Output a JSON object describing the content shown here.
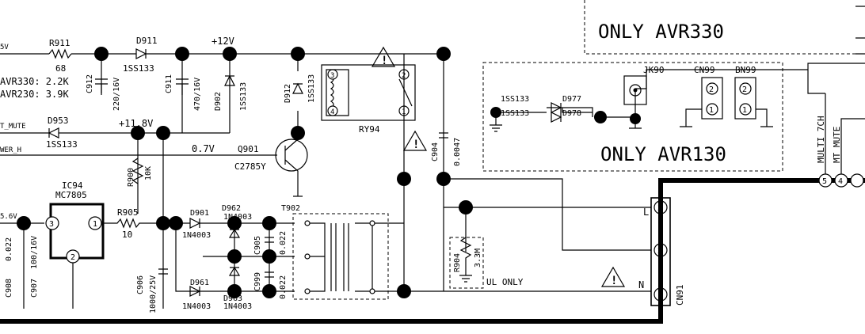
{
  "title": "",
  "notes": {
    "only_avr330": "ONLY AVR330",
    "only_avr130": "ONLY AVR130",
    "ul_only": "UL ONLY"
  },
  "nets": {
    "v5_left": "5V",
    "v12": "+12V",
    "v11_8": "+11.8V",
    "v0_7": "0.7V",
    "mt_mute": "T_MUTE",
    "power_h": "WER_H",
    "v5_bottom": "5.6V",
    "multi_7ch": "MULTI 7CH",
    "mt_mute_right": "MT_MUTE",
    "L": "L",
    "N": "N"
  },
  "components": {
    "r911": "R911",
    "r911_val": "68",
    "d911": "D911",
    "d911_val": "1SS133",
    "c912": "C912",
    "c912_val": "220/16V",
    "c911": "C911",
    "c911_val": "470/16V",
    "d902": "D902",
    "d902_val": "1SS133",
    "d912": "D912",
    "d912_val": "1SS133",
    "ry94": "RY94",
    "c904": "C904",
    "c904_val": "0.0047",
    "d953": "D953",
    "d953_val": "1SS133",
    "r900": "R900",
    "r900_val": "10K",
    "q901": "Q901",
    "q901_val": "C2785Y",
    "avr330_val": "AVR330: 2.2K",
    "avr230_val": "AVR230: 3.9K",
    "ic94": "IC94",
    "ic94_val": "MC7805",
    "r905": "R905",
    "r905_val": "10",
    "d901": "D901",
    "d901_val": "1N4003",
    "d962": "D962",
    "d962_val": "1N4003",
    "t902": "T902",
    "c905": "C905",
    "c905_val": "0.022",
    "c999": "C999",
    "c999_val": "0.022",
    "d961": "D961",
    "d961_val": "1N4003",
    "d963": "D963",
    "d963_val": "1N4003",
    "c906": "C906",
    "c906_val": "1000/25V",
    "c908": "C908",
    "c908_val": "0.022",
    "c907": "C907",
    "c907_val": "100/16V",
    "r904": "R904",
    "r904_val": "3.3M",
    "cn91": "CN91",
    "jk90": "JK90",
    "cn99": "CN99",
    "bn99": "BN99",
    "d977": "D977",
    "d978": "D978",
    "d977_val": "1SS133",
    "d978_val": "1SS133"
  },
  "pins": {
    "p1": "1",
    "p2": "2",
    "p3": "3",
    "p4": "4",
    "p5": "5"
  }
}
